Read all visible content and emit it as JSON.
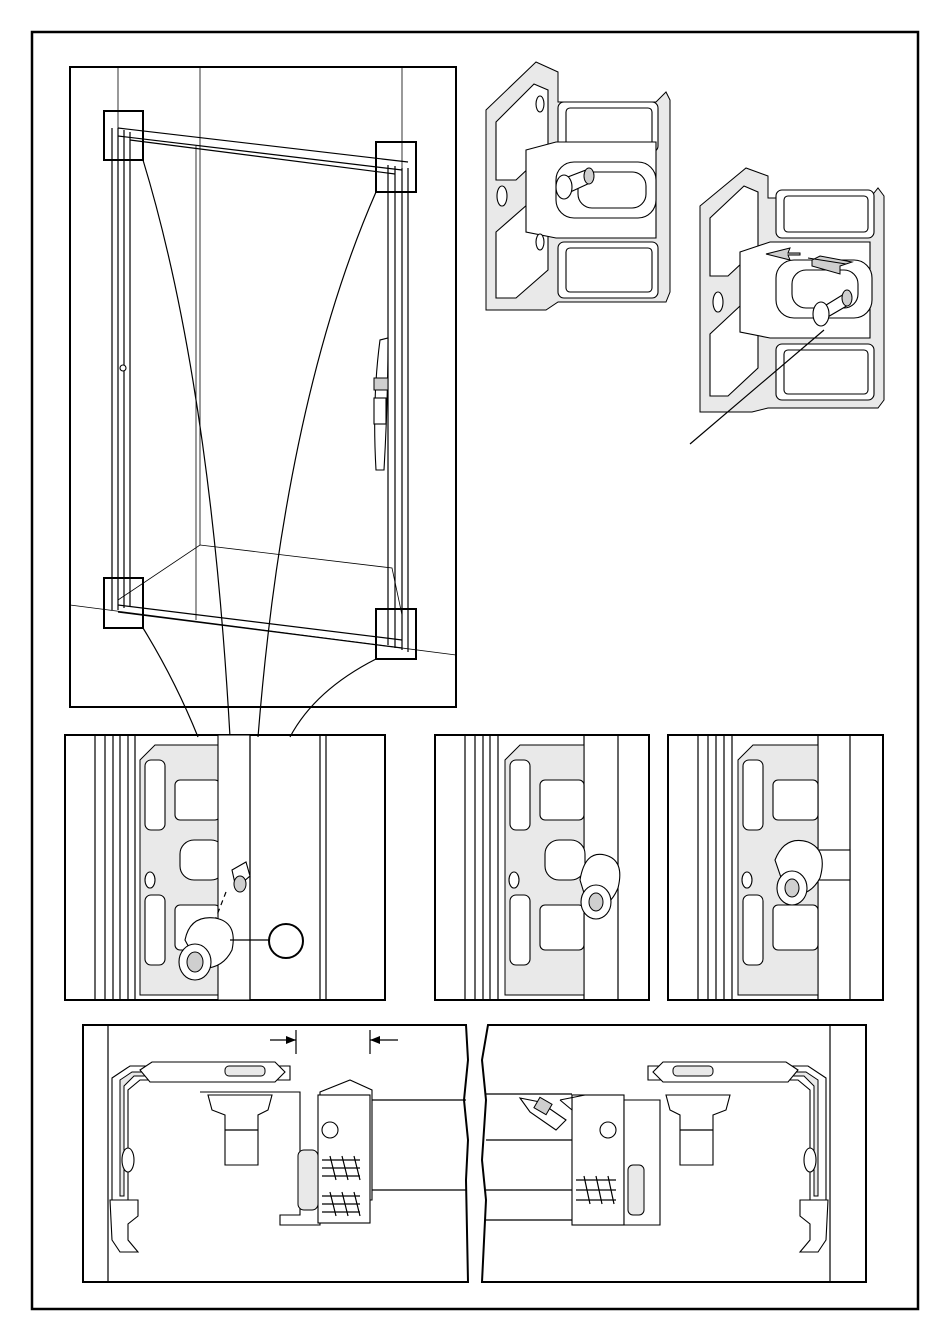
{
  "page": {
    "title": "",
    "callout_label": ""
  },
  "figures": [
    {
      "id": "overview",
      "description": ""
    },
    {
      "id": "bracket-detail-1",
      "description": ""
    },
    {
      "id": "bracket-detail-2",
      "description": ""
    },
    {
      "id": "zoom-left",
      "description": ""
    },
    {
      "id": "zoom-middle",
      "description": ""
    },
    {
      "id": "zoom-right",
      "description": ""
    },
    {
      "id": "section-left",
      "description": ""
    },
    {
      "id": "section-right",
      "description": ""
    }
  ]
}
